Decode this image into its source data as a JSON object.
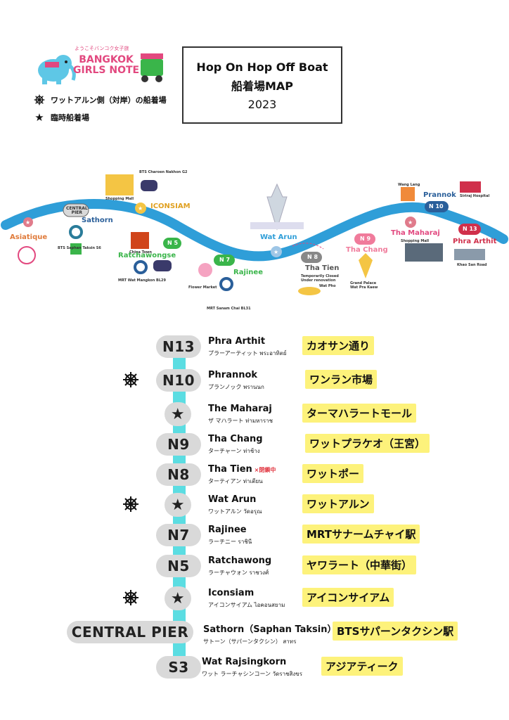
{
  "logo": {
    "brand_line1": "BANGKOK",
    "brand_line2": "GIRLS NOTE",
    "tagline": "ようこそバンコク女子旅"
  },
  "legend": [
    {
      "icon": "ship-wheel-icon",
      "label": "ワットアルン側（対岸）の船着場"
    },
    {
      "icon": "star-icon",
      "label": "臨時船着場"
    }
  ],
  "title": {
    "line1": "Hop On Hop Off Boat",
    "line2": "船着場MAP",
    "year": "2023"
  },
  "colors": {
    "river": "#2f9ed8",
    "track": "#5bdde2",
    "highlight": "#fdf27b",
    "pill": "#d9d9d9",
    "accent_pink": "#e2487f",
    "accent_green": "#3ab54a"
  },
  "map": {
    "stops": [
      {
        "code": "",
        "name": "Asiatique"
      },
      {
        "code": "CENTRAL PIER",
        "name": "Sathorn",
        "note": "BTS Saphan Taksin S6"
      },
      {
        "code": "",
        "name": "ICONSIAM",
        "note": "BTS Charoen Nakhon G2"
      },
      {
        "code": "N 5",
        "name": "Ratchawongse",
        "note": "MRT Wat Mangkon BL29"
      },
      {
        "code": "N 7",
        "name": "Rajinee",
        "note": "MRT Sanam Chai BL31"
      },
      {
        "code": "",
        "name": "Wat Arun"
      },
      {
        "code": "N 8",
        "name": "Tha Tien",
        "note": "Temporarily Closed Under renovation"
      },
      {
        "code": "N 9",
        "name": "Tha Chang"
      },
      {
        "code": "",
        "name": "Tha Maharaj"
      },
      {
        "code": "N 10",
        "name": "Prannok"
      },
      {
        "code": "N 13",
        "name": "Phra Arthit"
      }
    ],
    "landmarks": {
      "china_town": "China Town",
      "flower_market": "Flower Market",
      "wat_pho": "Wat Pho",
      "grand_palace": "Grand Palace Wat Pra Kaew",
      "wang_lang": "Wang Lang",
      "siriraj": "Siriraj Hospital",
      "khao_san": "Khao San Road",
      "shopping_mall": "Shopping Mall"
    },
    "central_pier_badge_line1": "CENTRAL",
    "central_pier_badge_line2": "PIER"
  },
  "route": [
    {
      "code": "N13",
      "name": "Phra Arthit",
      "sub": "プラーアーティット พระอาทิตย์",
      "tag": "カオサン通り",
      "wheel": false,
      "star": false
    },
    {
      "code": "N10",
      "name": "Phrannok",
      "sub": "プランノック พรานนก",
      "tag": "ワンラン市場",
      "wheel": true,
      "star": false
    },
    {
      "code": "★",
      "name": "The Maharaj",
      "sub": "ザ マハラート ท่ามหาราช",
      "tag": "ターマハラートモール",
      "wheel": false,
      "star": true
    },
    {
      "code": "N9",
      "name": "Tha Chang",
      "sub": "ターチャーン ท่าช้าง",
      "tag": "ワットプラケオ（王宮）",
      "wheel": false,
      "star": false
    },
    {
      "code": "N8",
      "name": "Tha Tien",
      "closed": "×閉鎖中",
      "sub": "ターティアン ท่าเตียน",
      "tag": "ワットポー",
      "wheel": false,
      "star": false
    },
    {
      "code": "★",
      "name": "Wat Arun",
      "sub": "ワットアルン วัดอรุณ",
      "tag": "ワットアルン",
      "wheel": true,
      "star": true
    },
    {
      "code": "N7",
      "name": "Rajinee",
      "sub": "ラーチニー ราชินี",
      "tag": "MRTサナームチャイ駅",
      "wheel": false,
      "star": false
    },
    {
      "code": "N5",
      "name": "Ratchawong",
      "sub": "ラーチャウォン ราชวงศ์",
      "tag": "ヤワラート（中華街）",
      "wheel": false,
      "star": false
    },
    {
      "code": "★",
      "name": "Iconsiam",
      "sub": "アイコンサイアム ไอคอนสยาม",
      "tag": "アイコンサイアム",
      "wheel": true,
      "star": true
    },
    {
      "code": "CENTRAL PIER",
      "name": "Sathorn（Saphan Taksin）",
      "sub": "サトーン（サパーンタクシン） สาทร",
      "tag": "BTSサパーンタクシン駅",
      "wheel": false,
      "star": false
    },
    {
      "code": "S3",
      "name": "Wat Rajsingkorn",
      "sub": "ワット ラーチャシンコーン วัดราชสิงขร",
      "tag": "アジアティーク",
      "wheel": false,
      "star": false
    }
  ]
}
